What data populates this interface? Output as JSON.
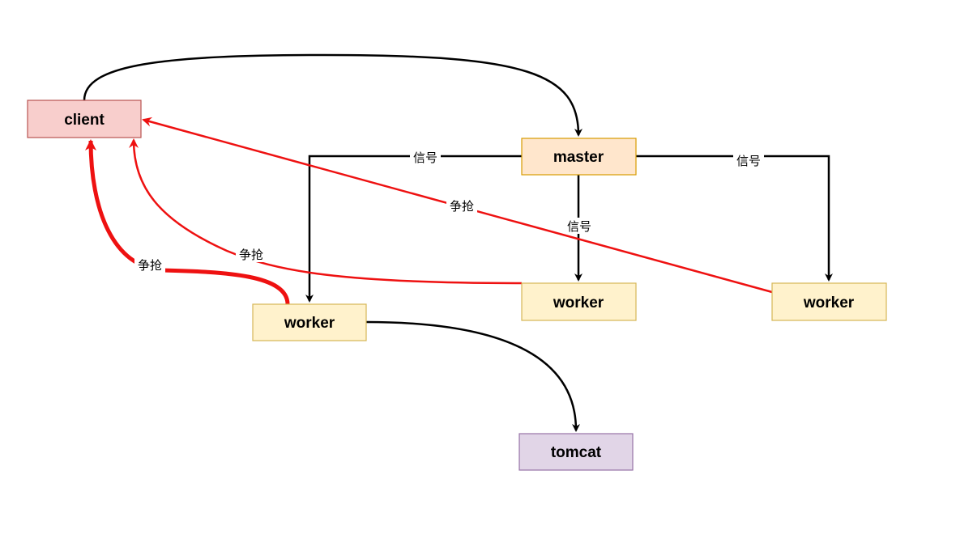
{
  "nodes": {
    "client": {
      "label": "client",
      "fill": "#f8cecc",
      "stroke": "#b85450"
    },
    "master": {
      "label": "master",
      "fill": "#ffe6cc",
      "stroke": "#d79b00"
    },
    "worker_left": {
      "label": "worker",
      "fill": "#fff2cc",
      "stroke": "#d6b656"
    },
    "worker_middle": {
      "label": "worker",
      "fill": "#fff2cc",
      "stroke": "#d6b656"
    },
    "worker_right": {
      "label": "worker",
      "fill": "#fff2cc",
      "stroke": "#d6b656"
    },
    "tomcat": {
      "label": "tomcat",
      "fill": "#e1d5e7",
      "stroke": "#9673a6"
    }
  },
  "edges": {
    "signal_left": {
      "label": "信号"
    },
    "signal_middle": {
      "label": "信号"
    },
    "signal_right": {
      "label": "信号"
    },
    "compete_right": {
      "label": "争抢"
    },
    "compete_middle": {
      "label": "争抢"
    },
    "compete_left": {
      "label": "争抢"
    }
  },
  "colors": {
    "signal": "#000000",
    "compete": "#ee1111"
  }
}
